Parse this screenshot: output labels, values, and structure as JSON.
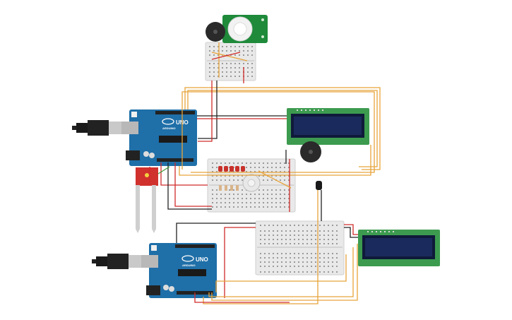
{
  "circuit": {
    "components": [
      {
        "id": "pir",
        "icon": "pir-motion-sensor-icon"
      },
      {
        "id": "buzzer1",
        "icon": "piezo-buzzer-icon"
      },
      {
        "id": "breadboard-small",
        "icon": "breadboard-icon"
      },
      {
        "id": "arduino1",
        "icon": "arduino-uno-icon"
      },
      {
        "id": "lcd1",
        "icon": "lcd-16x2-icon"
      },
      {
        "id": "buzzer2",
        "icon": "piezo-buzzer-icon"
      },
      {
        "id": "soil-sensor",
        "icon": "soil-moisture-sensor-icon"
      },
      {
        "id": "breadboard-mid",
        "icon": "breadboard-icon"
      },
      {
        "id": "leds",
        "icon": "red-led-icon"
      },
      {
        "id": "potentiometer",
        "icon": "potentiometer-icon"
      },
      {
        "id": "temp-sensor",
        "icon": "temperature-sensor-icon"
      },
      {
        "id": "arduino2",
        "icon": "arduino-uno-icon"
      },
      {
        "id": "breadboard-large",
        "icon": "breadboard-icon"
      },
      {
        "id": "lcd2",
        "icon": "lcd-16x2-icon"
      }
    ],
    "board_label": "UNO",
    "board_brand": "ARDUINO",
    "colors": {
      "arduino": "#1f6fa8",
      "lcd_pcb": "#3c9b4f",
      "lcd_screen": "#1b2a5c",
      "pir_pcb": "#1e8a3a",
      "wire_orange": "#e8a33a",
      "wire_red": "#d12a2a",
      "wire_black": "#222222",
      "wire_green": "#3c9b3c",
      "breadboard": "#ececec",
      "sensor_red": "#d0312d"
    }
  }
}
